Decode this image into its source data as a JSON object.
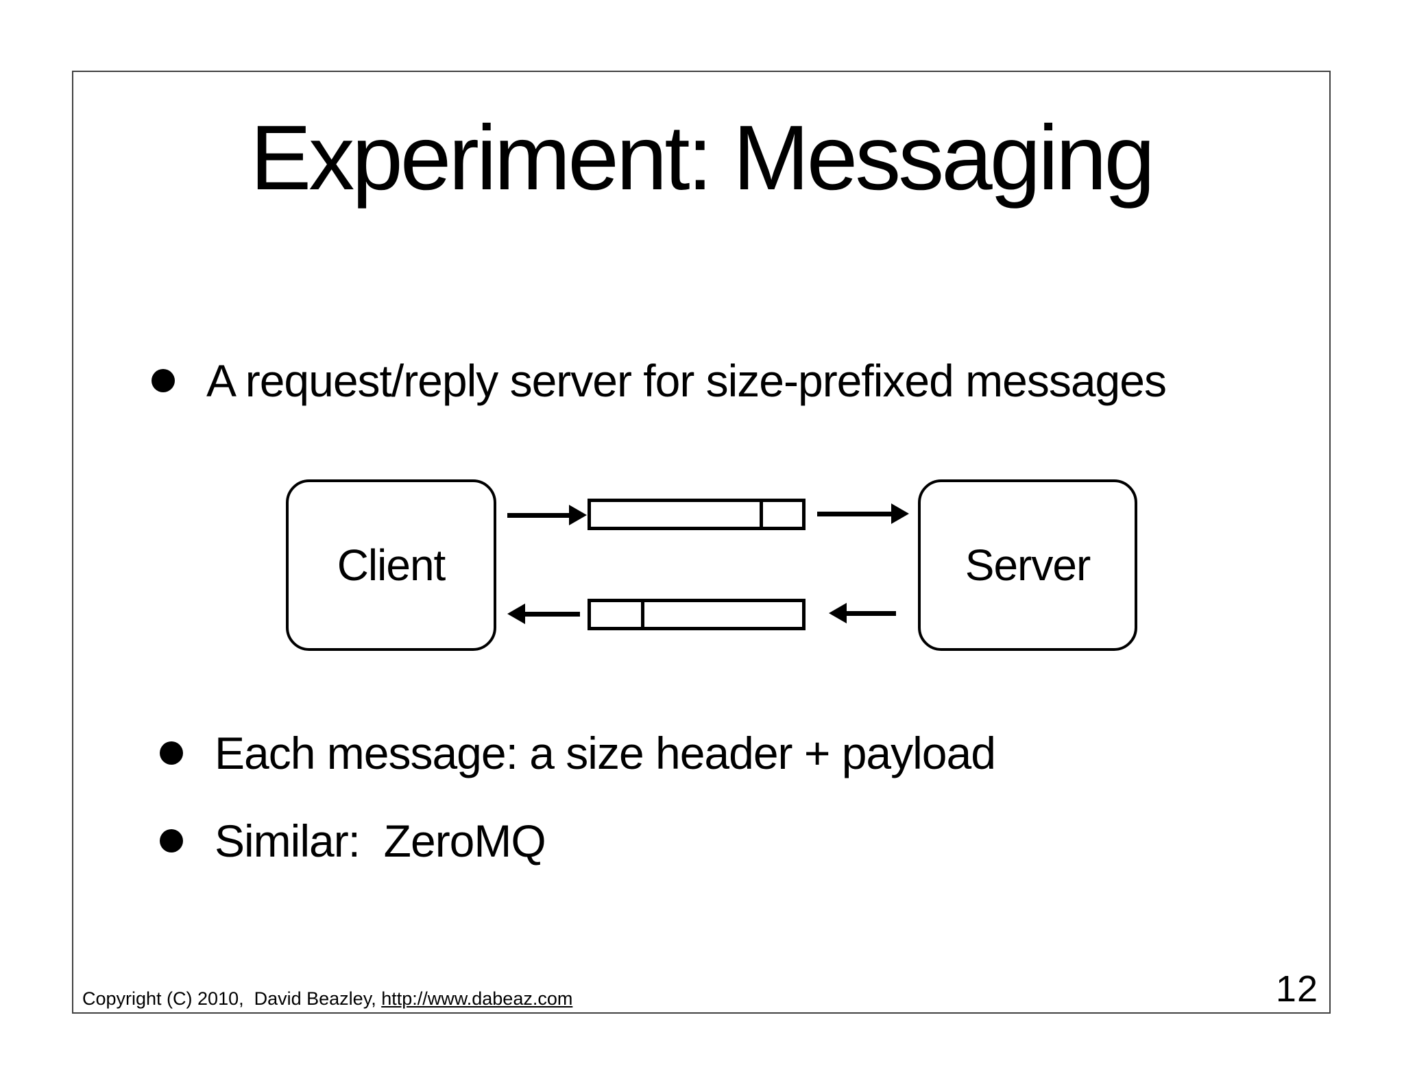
{
  "slide": {
    "title": "Experiment: Messaging",
    "bullets": [
      "A request/reply server for size-prefixed messages",
      "Each message: a size header + payload",
      "Similar:  ZeroMQ"
    ],
    "diagram": {
      "client_label": "Client",
      "server_label": "Server"
    },
    "footer": {
      "copyright": "Copyright (C) 2010,  David Beazley, ",
      "link": "http://www.dabeaz.com"
    },
    "page_number": "12",
    "colors": {
      "text": "#000000",
      "background": "#ffffff",
      "frame_border": "#3f3f3f"
    }
  }
}
